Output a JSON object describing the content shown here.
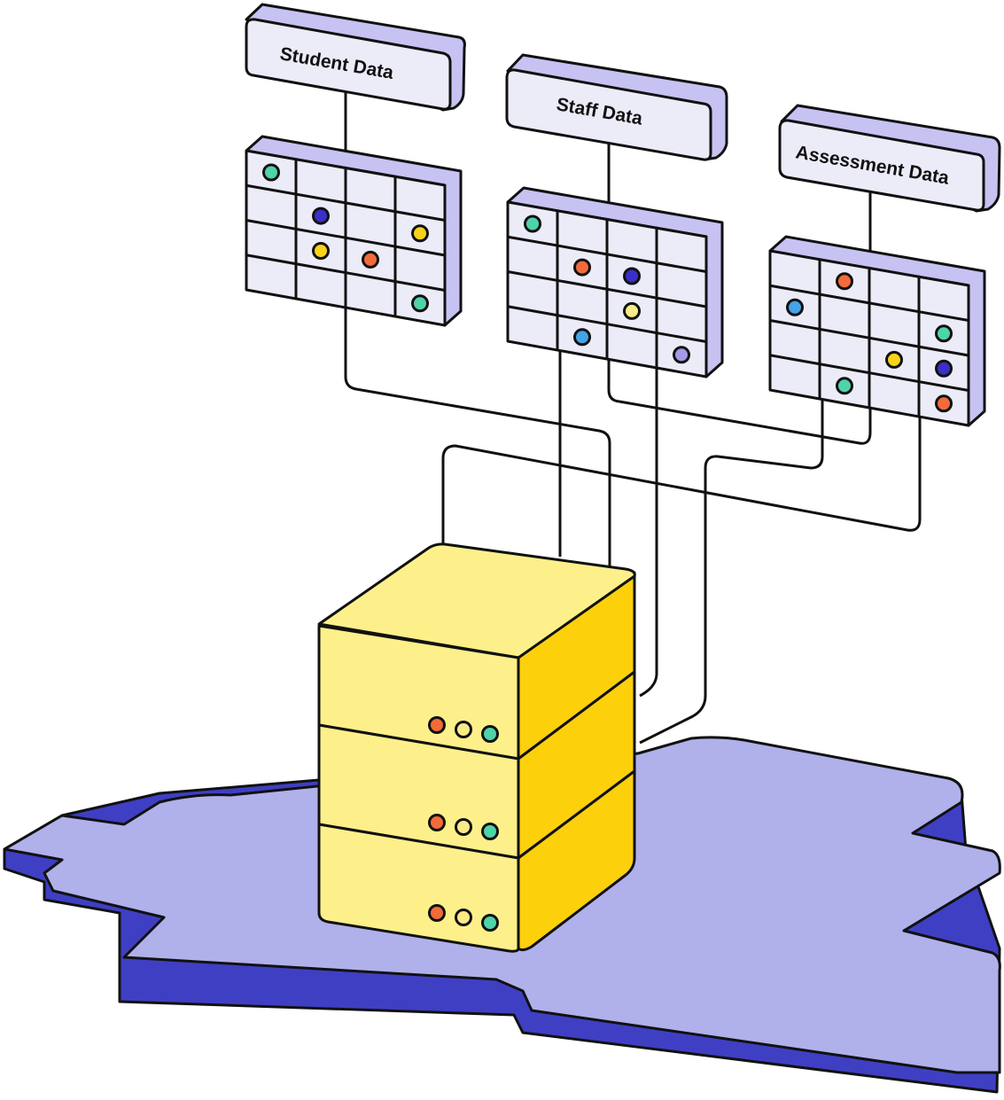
{
  "labels": {
    "student": "Student Data",
    "staff": "Staff Data",
    "assessment": "Assessment Data"
  },
  "colors": {
    "panel_face": "#ecebf8",
    "panel_side": "#c6c2f2",
    "server_front": "#fdf08a",
    "server_side": "#fdd00c",
    "base_top": "#b0b0eb",
    "base_side": "#3f3fc4",
    "dot_green": "#4fd3a9",
    "dot_yellow": "#f7d31c",
    "dot_orange": "#f26b3a",
    "dot_navy": "#3a2fc6",
    "dot_blue": "#43a4e8",
    "dot_lavender": "#a39ae8",
    "dot_pale_yellow": "#f9eb8a"
  }
}
